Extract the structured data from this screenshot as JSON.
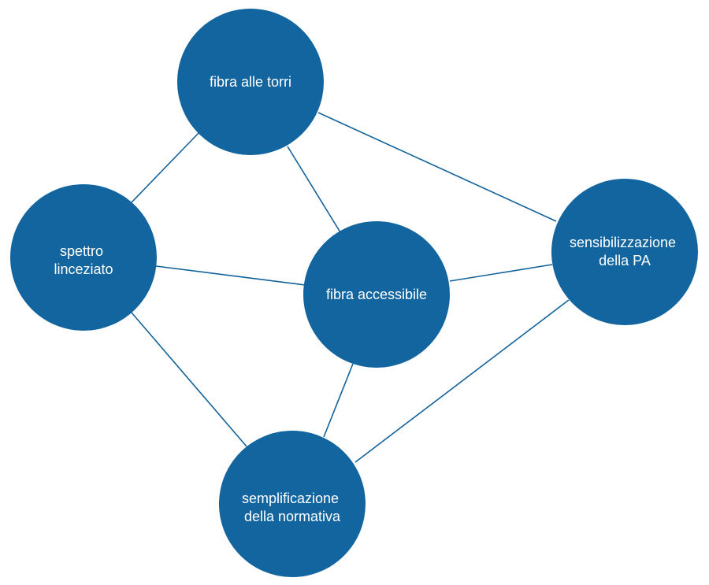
{
  "diagram": {
    "colors": {
      "node_fill": "#12659f",
      "edge_stroke": "#12629a",
      "label_text": "#ffffff"
    },
    "nodes": {
      "fibra_torri": {
        "lines": [
          "fibra alle torri"
        ]
      },
      "spettro": {
        "lines": [
          "spettro",
          "linceziato"
        ]
      },
      "fibra_accessibile": {
        "lines": [
          "fibra accessibile"
        ]
      },
      "sensibilizzazione": {
        "lines": [
          "sensibilizzazione",
          "della PA"
        ]
      },
      "semplificazione": {
        "lines": [
          "semplificazione",
          "della normativa"
        ]
      }
    },
    "edges": [
      {
        "from": "fibra_torri",
        "to": "spettro"
      },
      {
        "from": "fibra_torri",
        "to": "fibra_accessibile"
      },
      {
        "from": "fibra_torri",
        "to": "sensibilizzazione"
      },
      {
        "from": "spettro",
        "to": "fibra_accessibile"
      },
      {
        "from": "spettro",
        "to": "semplificazione"
      },
      {
        "from": "fibra_accessibile",
        "to": "sensibilizzazione"
      },
      {
        "from": "fibra_accessibile",
        "to": "semplificazione"
      },
      {
        "from": "sensibilizzazione",
        "to": "semplificazione"
      }
    ]
  }
}
